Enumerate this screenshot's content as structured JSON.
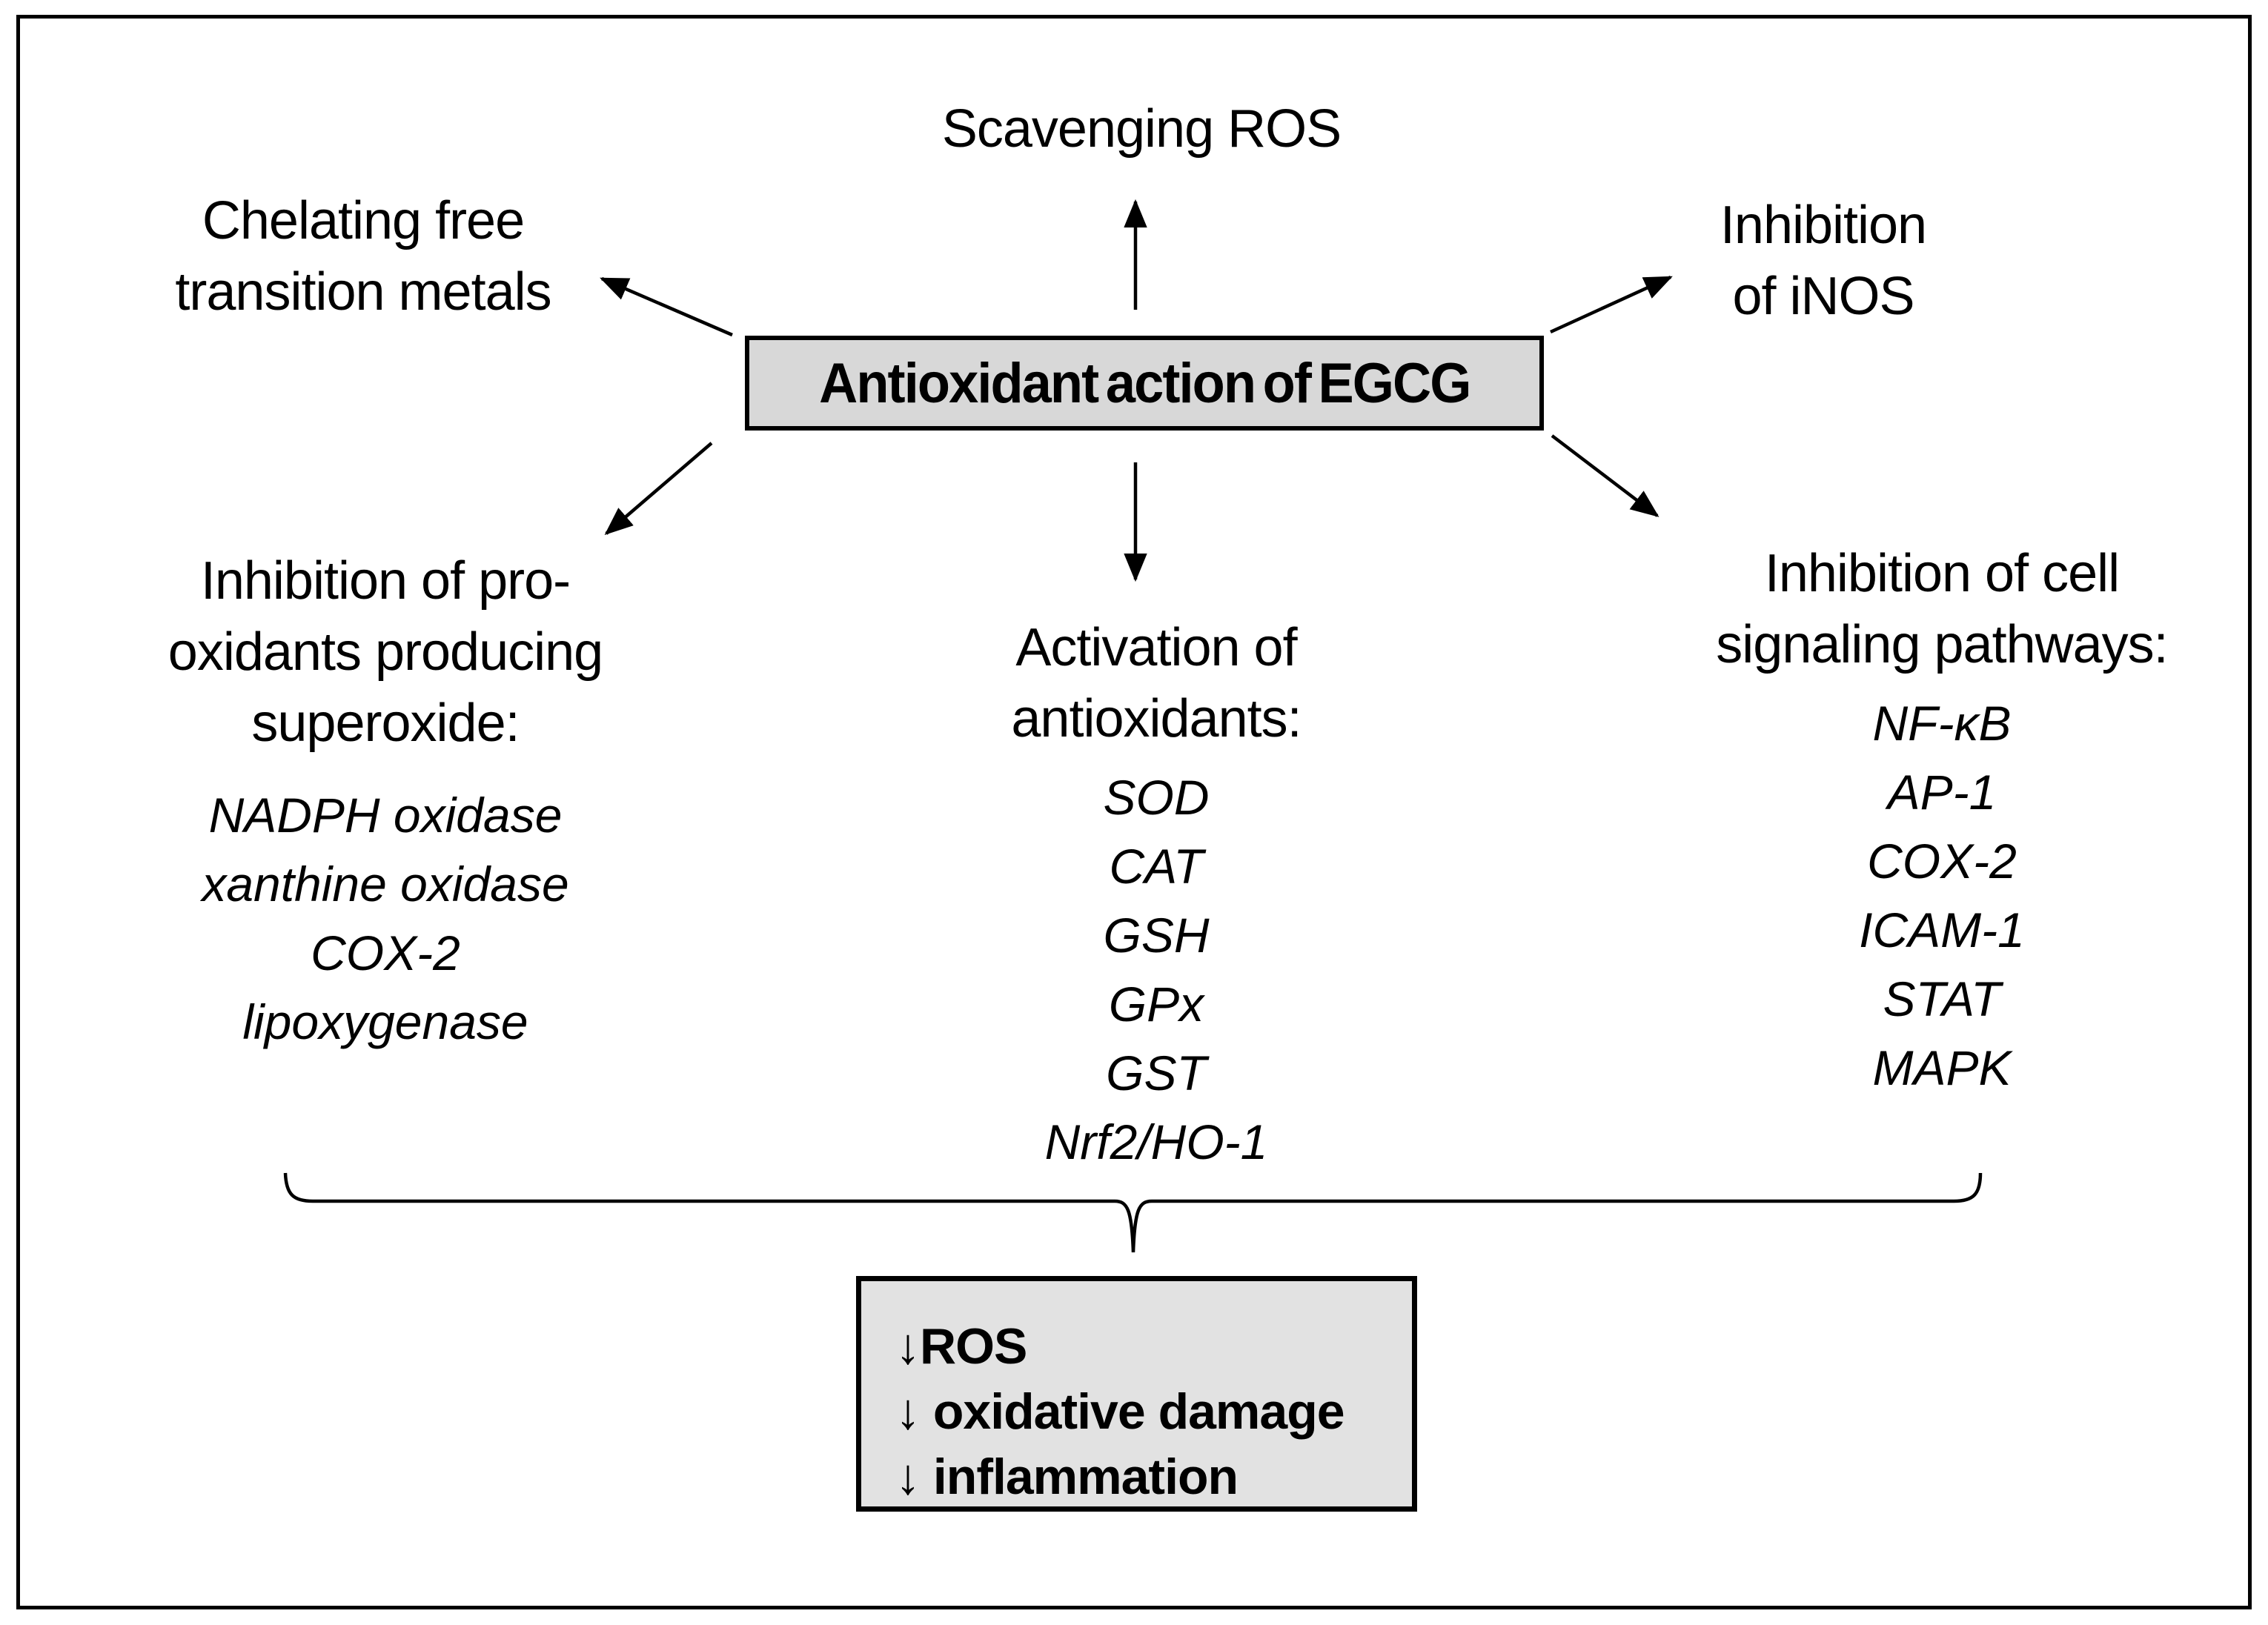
{
  "figure": {
    "center_box": {
      "label": "Antioxidant action of EGCG"
    },
    "top_effect": {
      "label": "Scavenging ROS"
    },
    "top_left_effect": {
      "lines": [
        "Chelating free",
        "transition metals"
      ]
    },
    "top_right_effect": {
      "lines": [
        "Inhibition",
        "of iNOS"
      ]
    },
    "branches": [
      {
        "heading_lines": [
          "Inhibition of pro-",
          "oxidants producing",
          "superoxide:"
        ],
        "items": [
          "NADPH oxidase",
          "xanthine oxidase",
          "COX-2",
          "lipoxygenase"
        ]
      },
      {
        "heading_lines": [
          "Activation of",
          "antioxidants:"
        ],
        "items": [
          "SOD",
          "CAT",
          "GSH",
          "GPx",
          "GST",
          "Nrf2/HO-1"
        ]
      },
      {
        "heading_lines": [
          "Inhibition of cell",
          "signaling pathways:"
        ],
        "items": [
          "NF-κB",
          "AP-1",
          "COX-2",
          "ICAM-1",
          "STAT",
          "MAPK"
        ]
      }
    ],
    "outcome_box": {
      "lines": [
        "↓ROS",
        "↓ oxidative damage",
        "↓ inflammation"
      ]
    },
    "colors": {
      "center_box_fill": "#d8d8d8",
      "outcome_box_fill": "#e2e2e2",
      "line_color": "#000000",
      "background": "#ffffff"
    }
  }
}
